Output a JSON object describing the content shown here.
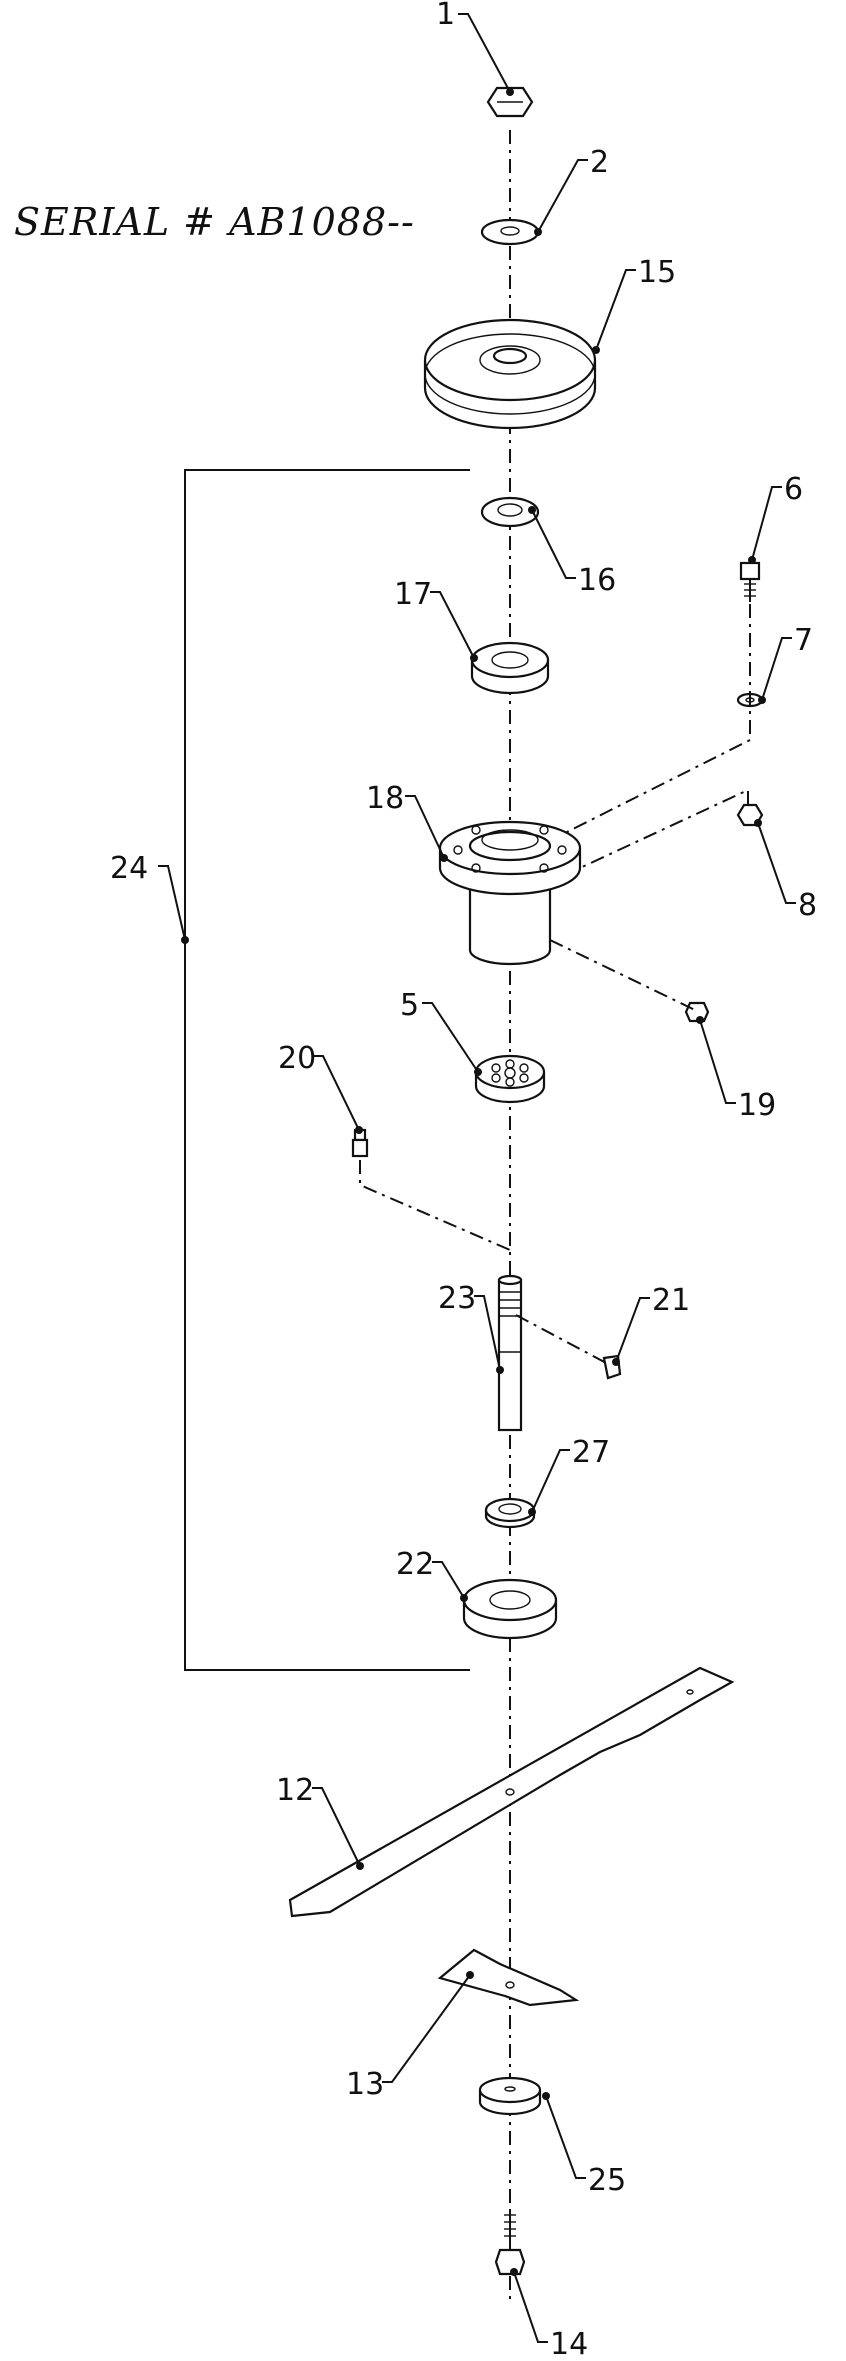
{
  "serial_label": "SERIAL # AB1088--",
  "callouts": {
    "c1": "1",
    "c2": "2",
    "c15": "15",
    "c16": "16",
    "c17": "17",
    "c6": "6",
    "c7": "7",
    "c18": "18",
    "c8": "8",
    "c24": "24",
    "c5": "5",
    "c19": "19",
    "c20": "20",
    "c23": "23",
    "c21": "21",
    "c27": "27",
    "c22": "22",
    "c12": "12",
    "c13": "13",
    "c25": "25",
    "c14": "14"
  }
}
